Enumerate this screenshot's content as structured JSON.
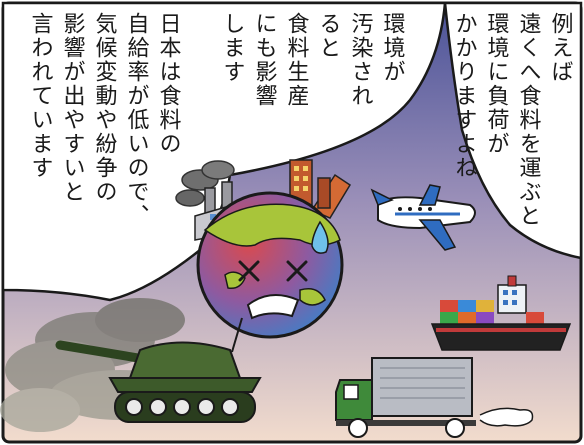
{
  "speech": {
    "right_col1": "例えば",
    "right_col2": "遠くへ食料を運ぶと",
    "right_col3": "環境に負荷が",
    "right_col4": "かかりますよね",
    "left_col1": "環境が",
    "left_col2": "汚染され",
    "left_col3": "ると",
    "left_col4": "食料生産",
    "left_col5": "にも影響",
    "left_col6": "します",
    "left_col7": "日本は食料の",
    "left_col8": "自給率が低いので、",
    "left_col9": "気候変動や紛争の",
    "left_col10": "影響が出やすいと",
    "left_col11": "言われています"
  },
  "colors": {
    "sky_top": "#5a63a8",
    "sky_bottom": "#f0d8c8",
    "earth_blue": "#3f7fc7",
    "earth_red": "#d84a52",
    "land_green": "#a8c53a",
    "tank_green": "#3d5a2a",
    "truck_green": "#3f8a3a",
    "ship_hull": "#222222"
  }
}
